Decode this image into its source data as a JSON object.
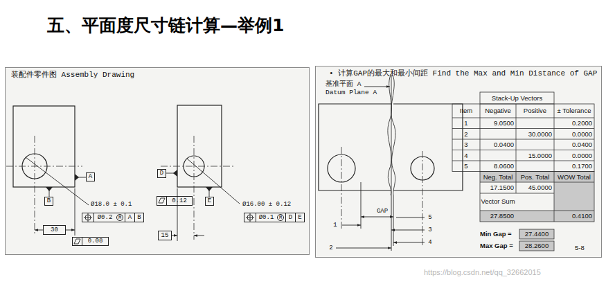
{
  "diagram": {
    "title": "五、平面度尺寸链计算—举例1",
    "nodes": [
      {
        "text": [
          "装配件零件图 Assembly Drawing"
        ]
      },
      {
        "text": [
          "A"
        ],
        "in": 0
      },
      {
        "text": [
          "B"
        ],
        "in": 0
      },
      {
        "text": [
          "Ø0.2",
          "M",
          "A",
          "B"
        ],
        "in": 0
      },
      {
        "text": [
          "30"
        ],
        "in": 0
      },
      {
        "text": [
          "0.08"
        ],
        "in": 0
      },
      {
        "text": [
          "D"
        ],
        "in": 0
      },
      {
        "text": [
          "E"
        ],
        "in": 0
      },
      {
        "text": [
          "0.12"
        ],
        "in": 0
      },
      {
        "text": [
          "Ø0.1",
          "M",
          "D",
          "E"
        ],
        "in": 0
      },
      {
        "text": [
          "15"
        ],
        "in": 0
      },
      {
        "text": [
          "• 计算GAP的最大和最小间距 Find the Max and Min Distance of GAP"
        ]
      }
    ],
    "labels": [
      "Ø18.0 ± 0.1",
      "Ø16.00 ± 0.12",
      "基准平面 A",
      "Datum Plane A",
      "Stack-Up Vectors",
      "Item",
      "Negative",
      "Positive",
      "± Tolerance",
      "1",
      "9.0500",
      "0.2000",
      "2",
      "30.0000",
      "0.0000",
      "3",
      "0.0400",
      "0.0400",
      "4",
      "15.0000",
      "0.0000",
      "5",
      "8.0600",
      "0.1700",
      "Neg. Total",
      "Pos. Total",
      "WOW Total",
      "17.1500",
      "45.0000",
      "Vector Sum",
      "27.8500",
      "0.4100",
      "GAP",
      "5",
      "1",
      "3",
      "4",
      "2",
      "Min Gap =",
      "27.4400",
      "Max Gap =",
      "28.2600",
      "5-8",
      "https://blog.csdn.net/qq_32662015"
    ]
  }
}
